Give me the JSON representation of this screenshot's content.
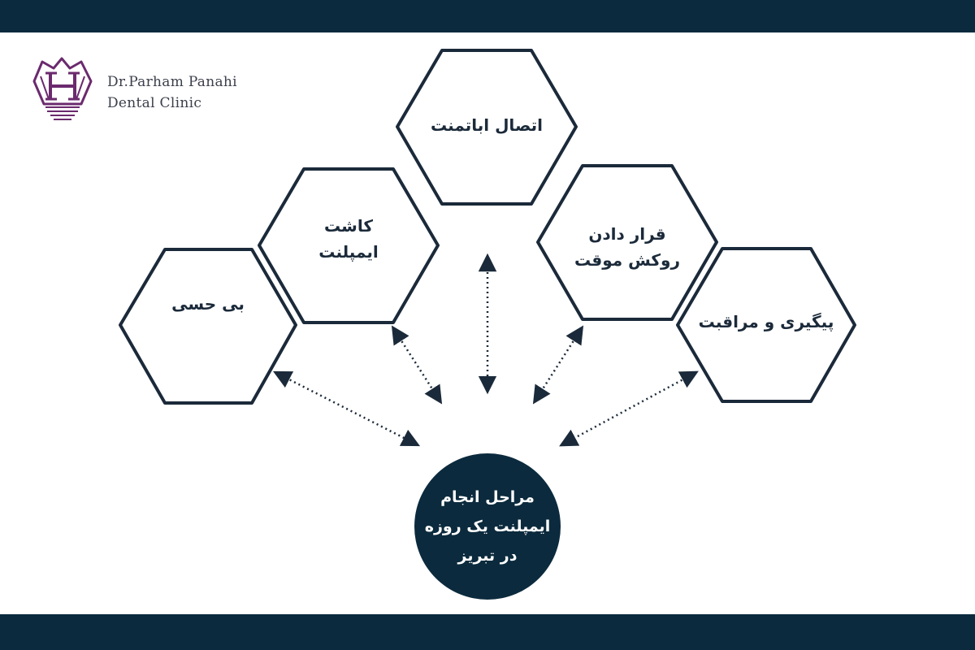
{
  "brand": {
    "name_line1": "Dr.Parham Panahi",
    "name_line2": "Dental Clinic",
    "logo_icon": "tooth-implant-logo-icon"
  },
  "colors": {
    "header_bar": "#0b2a3d",
    "hex_stroke": "#1b2a3a",
    "center_fill": "#0b2a3d",
    "arrow": "#1b2a3a",
    "logo_purple": "#6b2a6e"
  },
  "center": {
    "label": "مراحل انجام ایمپلنت یک روزه در تبریز"
  },
  "steps": [
    {
      "id": "anesthesia",
      "label": "بی حسی"
    },
    {
      "id": "implant-placement",
      "label": "کاشت ایمپلنت"
    },
    {
      "id": "abutment",
      "label": "اتصال اباتمنت"
    },
    {
      "id": "temporary-crown",
      "label": "قرار دادن روکش موقت"
    },
    {
      "id": "follow-up",
      "label": "پیگیری و مراقبت"
    }
  ]
}
